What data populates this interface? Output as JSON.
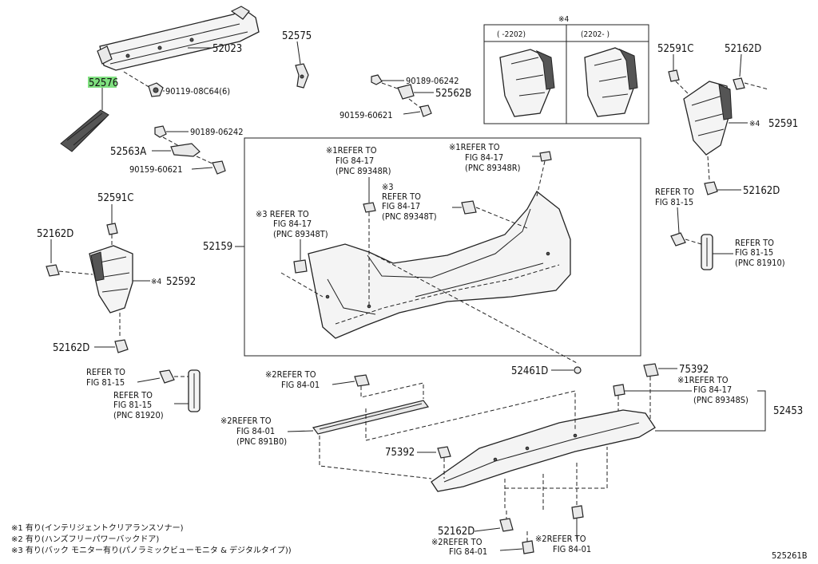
{
  "diagram_id": "525261B",
  "parts": {
    "p52023": "52023",
    "p52576": "52576",
    "p90119": "90119-08C64(6)",
    "p52575": "52575",
    "p90189a": "90189-06242",
    "p52562b": "52562B",
    "p90159a": "90159-60621",
    "p90189b": "90189-06242",
    "p52563a": "52563A",
    "p90159b": "90159-60621",
    "p52591c_r": "52591C",
    "p52162d_r1": "52162D",
    "p52591": "52591",
    "p52162d_r2": "52162D",
    "p52591c_l": "52591C",
    "p52162d_l1": "52162D",
    "p52592": "52592",
    "p52162d_l2": "52162D",
    "p52159": "52159",
    "p52461d": "52461D",
    "p75392a": "75392",
    "p52453": "52453",
    "p75392b": "75392",
    "p52162d_b": "52162D"
  },
  "refs": {
    "r1_mark": "※1REFER TO",
    "r1_fig": "FIG 84-17",
    "r1_pnc": "(PNC 89348R)",
    "r2_mark": "※1REFER TO",
    "r2_fig": "FIG 84-17",
    "r2_pnc": "(PNC 89348R)",
    "r3_mark": "※3",
    "r3_refer": "REFER TO",
    "r3_fig": "FIG 84-17",
    "r3_pnc": "(PNC 89348T)",
    "r4_mark": "※3 REFER TO",
    "r4_fig": "FIG 84-17",
    "r4_pnc": "(PNC 89348T)",
    "r5_refer": "REFER TO",
    "r5_fig": "FIG 81-15",
    "r6_refer": "REFER TO",
    "r6_fig": "FIG 81-15",
    "r6_pnc": "(PNC 81910)",
    "r7_refer": "REFER TO",
    "r7_fig": "FIG 81-15",
    "r8_refer": "REFER TO",
    "r8_fig": "FIG 81-15",
    "r8_pnc": "(PNC 81920)",
    "r9_mark": "※2REFER TO",
    "r9_fig": "FIG 84-01",
    "r10_mark": "※2REFER TO",
    "r10_fig": "FIG 84-01",
    "r10_pnc": "(PNC 891B0)",
    "r11_mark": "※1REFER TO",
    "r11_fig": "FIG 84-17",
    "r11_pnc": "(PNC 89348S)",
    "r12_mark": "※2REFER TO",
    "r12_fig": "FIG 84-01",
    "r13_mark": "※2REFER TO",
    "r13_fig": "FIG 84-01"
  },
  "marks": {
    "m4_top": "※4",
    "m4_52591": "※4",
    "m4_52592": "※4"
  },
  "inset": {
    "left_label": "(     -2202)",
    "right_label": "(2202-     )"
  },
  "footnotes": [
    "※1 有り(インテリジェントクリアランスソナー)",
    "※2 有り(ハンズフリーパワーバックドア)",
    "※3 有り(バック モニター有り(パノラミックビューモニタ & デジタルタイプ))"
  ]
}
